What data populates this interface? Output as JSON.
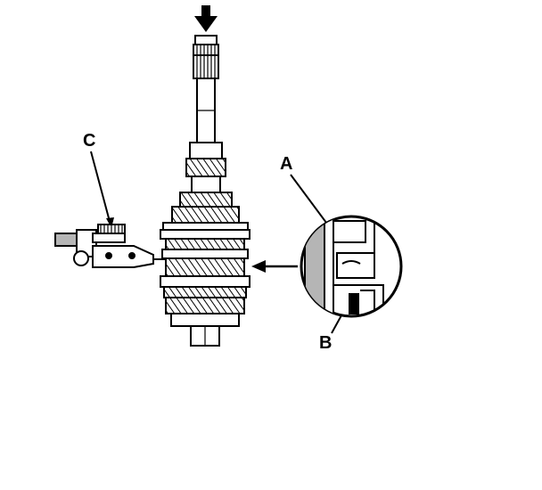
{
  "callouts": {
    "a": "A",
    "b": "B",
    "c": "C"
  },
  "colors": {
    "ink": "#000000",
    "paper": "#ffffff",
    "shade": "#b5b5b5"
  },
  "icons": {
    "push": "down-arrow-icon",
    "view": "left-arrow-icon"
  }
}
